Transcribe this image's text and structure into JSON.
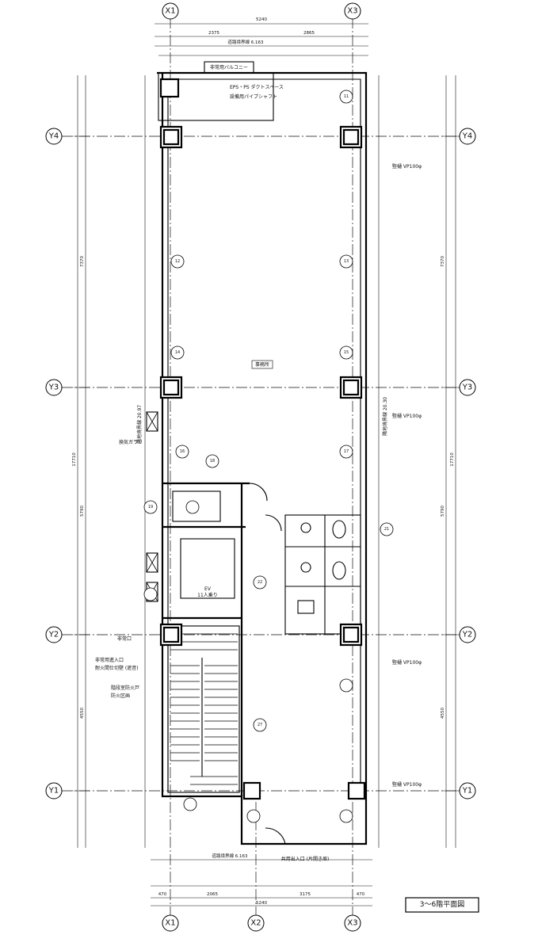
{
  "drawing": {
    "title": "3～6階平面図",
    "room_label": "事務所",
    "grid_labels": {
      "x": [
        "X1",
        "X2",
        "X3"
      ],
      "y": [
        "Y4",
        "Y3",
        "Y2",
        "Y1"
      ]
    },
    "top_dims": {
      "overall": "5240",
      "sub": [
        "2375",
        "2865"
      ],
      "boundary_label": "道路境界線 6.163",
      "balcony": "非常用バルコニー"
    },
    "bottom_dims": {
      "boundary_label": "道路境界線 6.163",
      "entrance_label": "共用出入口 (片開き扉)",
      "sub": [
        "2065",
        "3175"
      ],
      "overall": "5240",
      "outer": [
        "470",
        "470"
      ]
    },
    "side_dims": {
      "left_overall": "17710",
      "left_segments": [
        "7370",
        "5790",
        "4550"
      ],
      "right_overall": "17710",
      "right_segments": [
        "7370",
        "5790",
        "4550"
      ]
    },
    "annotations": {
      "shaft_upper": "EPS・PS ダクトスペース",
      "shaft_upper_sub": "設備用パイプシャフト",
      "ventilation": "換気ガラリ",
      "elevator_a": "EV",
      "elevator_b": "11人乗り",
      "stair_note_1": "非常用進入口",
      "stair_note_2": "階段室防火戸",
      "stair_note_3": "防火区画",
      "wall_note": "耐火間仕切壁 (遮音)",
      "exit_note": "非常口",
      "pipe_1": "竪樋 VP100φ",
      "pipe_2": "竪樋 VP100φ",
      "pipe_3": "竪樋 VP100φ",
      "pipe_4": "竪樋 VP100φ",
      "gap_note": "隣地境界線 20.30",
      "gap_note_left": "隣地境界線 20.97"
    },
    "markers": [
      "11",
      "12",
      "13",
      "14",
      "15",
      "16",
      "17",
      "18",
      "19",
      "21",
      "22",
      "27"
    ]
  }
}
